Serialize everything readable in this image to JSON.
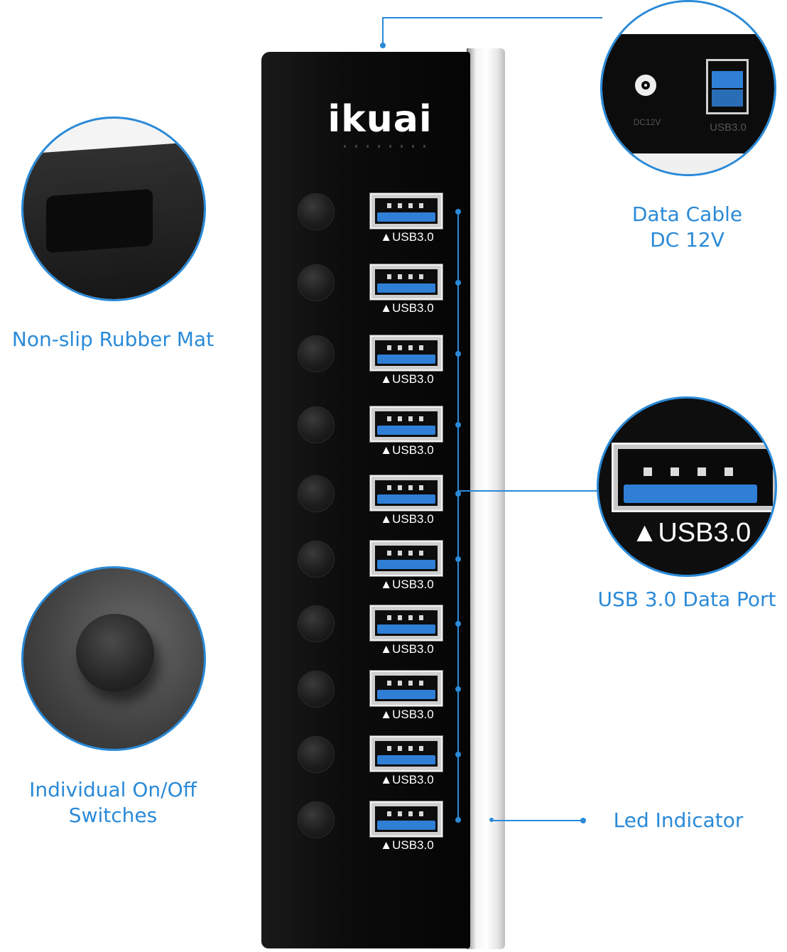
{
  "brand": "ikuai",
  "port_label": "▲USB3.0",
  "callouts": {
    "data_cable_line1": "Data Cable",
    "data_cable_line2": "DC 12V",
    "rubber_mat": "Non-slip Rubber Mat",
    "usb_port": "USB 3.0 Data Port",
    "switches_line1": "Individual On/Off",
    "switches_line2": "Switches",
    "led": "Led Indicator"
  },
  "zoom_back": {
    "dc_label": "DC12V",
    "usb_label": "USB3.0"
  },
  "zoom_port": {
    "label": "▲USB3.0"
  },
  "ports": [
    "▲USB3.0",
    "▲USB3.0",
    "▲USB3.0",
    "▲USB3.0",
    "▲USB3.0",
    "▲USB3.0",
    "▲USB3.0",
    "▲USB3.0",
    "▲USB3.0",
    "▲USB3.0"
  ],
  "colors": {
    "accent": "#2a8ad8",
    "usb_blue": "#2f7fd6",
    "body": "#0c0c0c"
  }
}
